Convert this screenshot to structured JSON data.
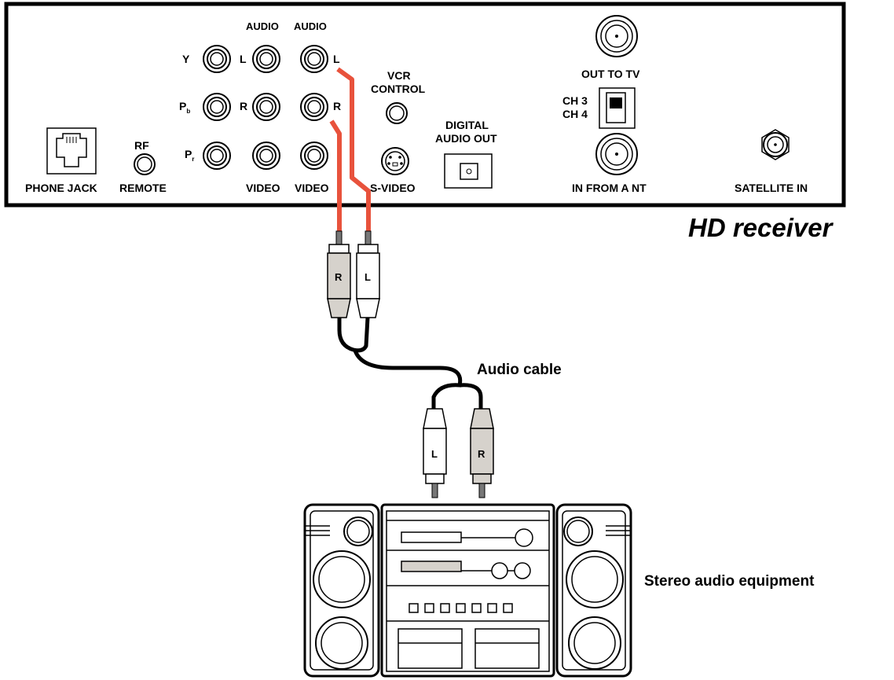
{
  "panel": {
    "title": "HD receiver",
    "labels": {
      "phone_jack": "PHONE JACK",
      "rf": "RF",
      "remote": "REMOTE",
      "y": "Y",
      "pb": "P",
      "pb_sub": "b",
      "pr": "P",
      "pr_sub": "r",
      "audio1": "AUDIO",
      "audio2": "AUDIO",
      "l1": "L",
      "r1": "R",
      "l2": "L",
      "r2": "R",
      "video1": "VIDEO",
      "video2": "VIDEO",
      "vcr": "VCR",
      "control": "CONTROL",
      "svideo": "S-VIDEO",
      "digital": "DIGITAL",
      "audio_out": "AUDIO OUT",
      "out_to_tv": "OUT TO TV",
      "ch3": "CH 3",
      "ch4": "CH 4",
      "in_from_ant": "IN FROM A NT",
      "satellite_in": "SATELLITE IN"
    }
  },
  "cable": {
    "caption": "Audio cable",
    "top_plug_r": "R",
    "top_plug_l": "L",
    "bottom_plug_l": "L",
    "bottom_plug_r": "R",
    "wire_color": "#e8523c"
  },
  "stereo": {
    "caption": "Stereo audio equipment"
  }
}
